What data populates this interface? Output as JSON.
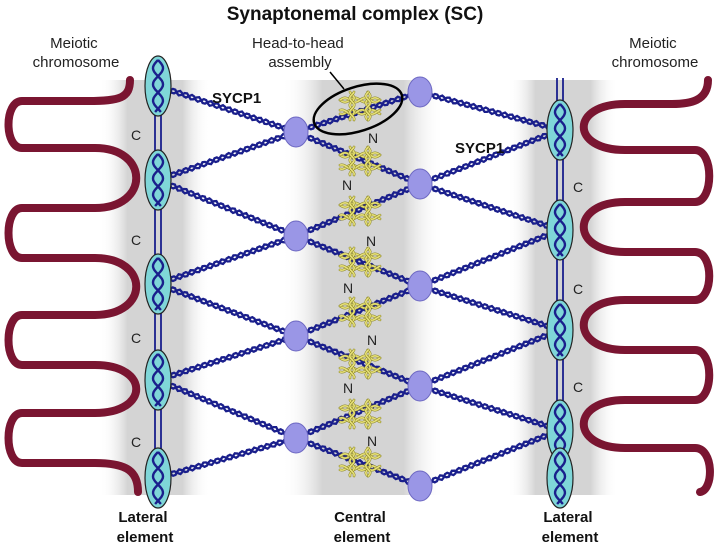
{
  "title": "Synaptonemal complex (SC)",
  "labels": {
    "meiotic_left": [
      "Meiotic",
      "chromosome"
    ],
    "meiotic_right": [
      "Meiotic",
      "chromosome"
    ],
    "head_to_head": [
      "Head-to-head",
      "assembly"
    ],
    "sycp1_left": "SYCP1",
    "sycp1_right": "SYCP1",
    "lateral_left": [
      "Lateral",
      "element"
    ],
    "central": [
      "Central",
      "element"
    ],
    "lateral_right": [
      "Lateral",
      "element"
    ],
    "c_terminal": "C",
    "n_terminal": "N"
  },
  "colors": {
    "chromosome": "#7a1531",
    "sycp1": "#1a1f8c",
    "lateral_element_fill": "#7fd6d8",
    "central_node": "#9a96e6",
    "n_terminal_helix": "#e6e07a",
    "band_shade": "#d6d6d6"
  }
}
